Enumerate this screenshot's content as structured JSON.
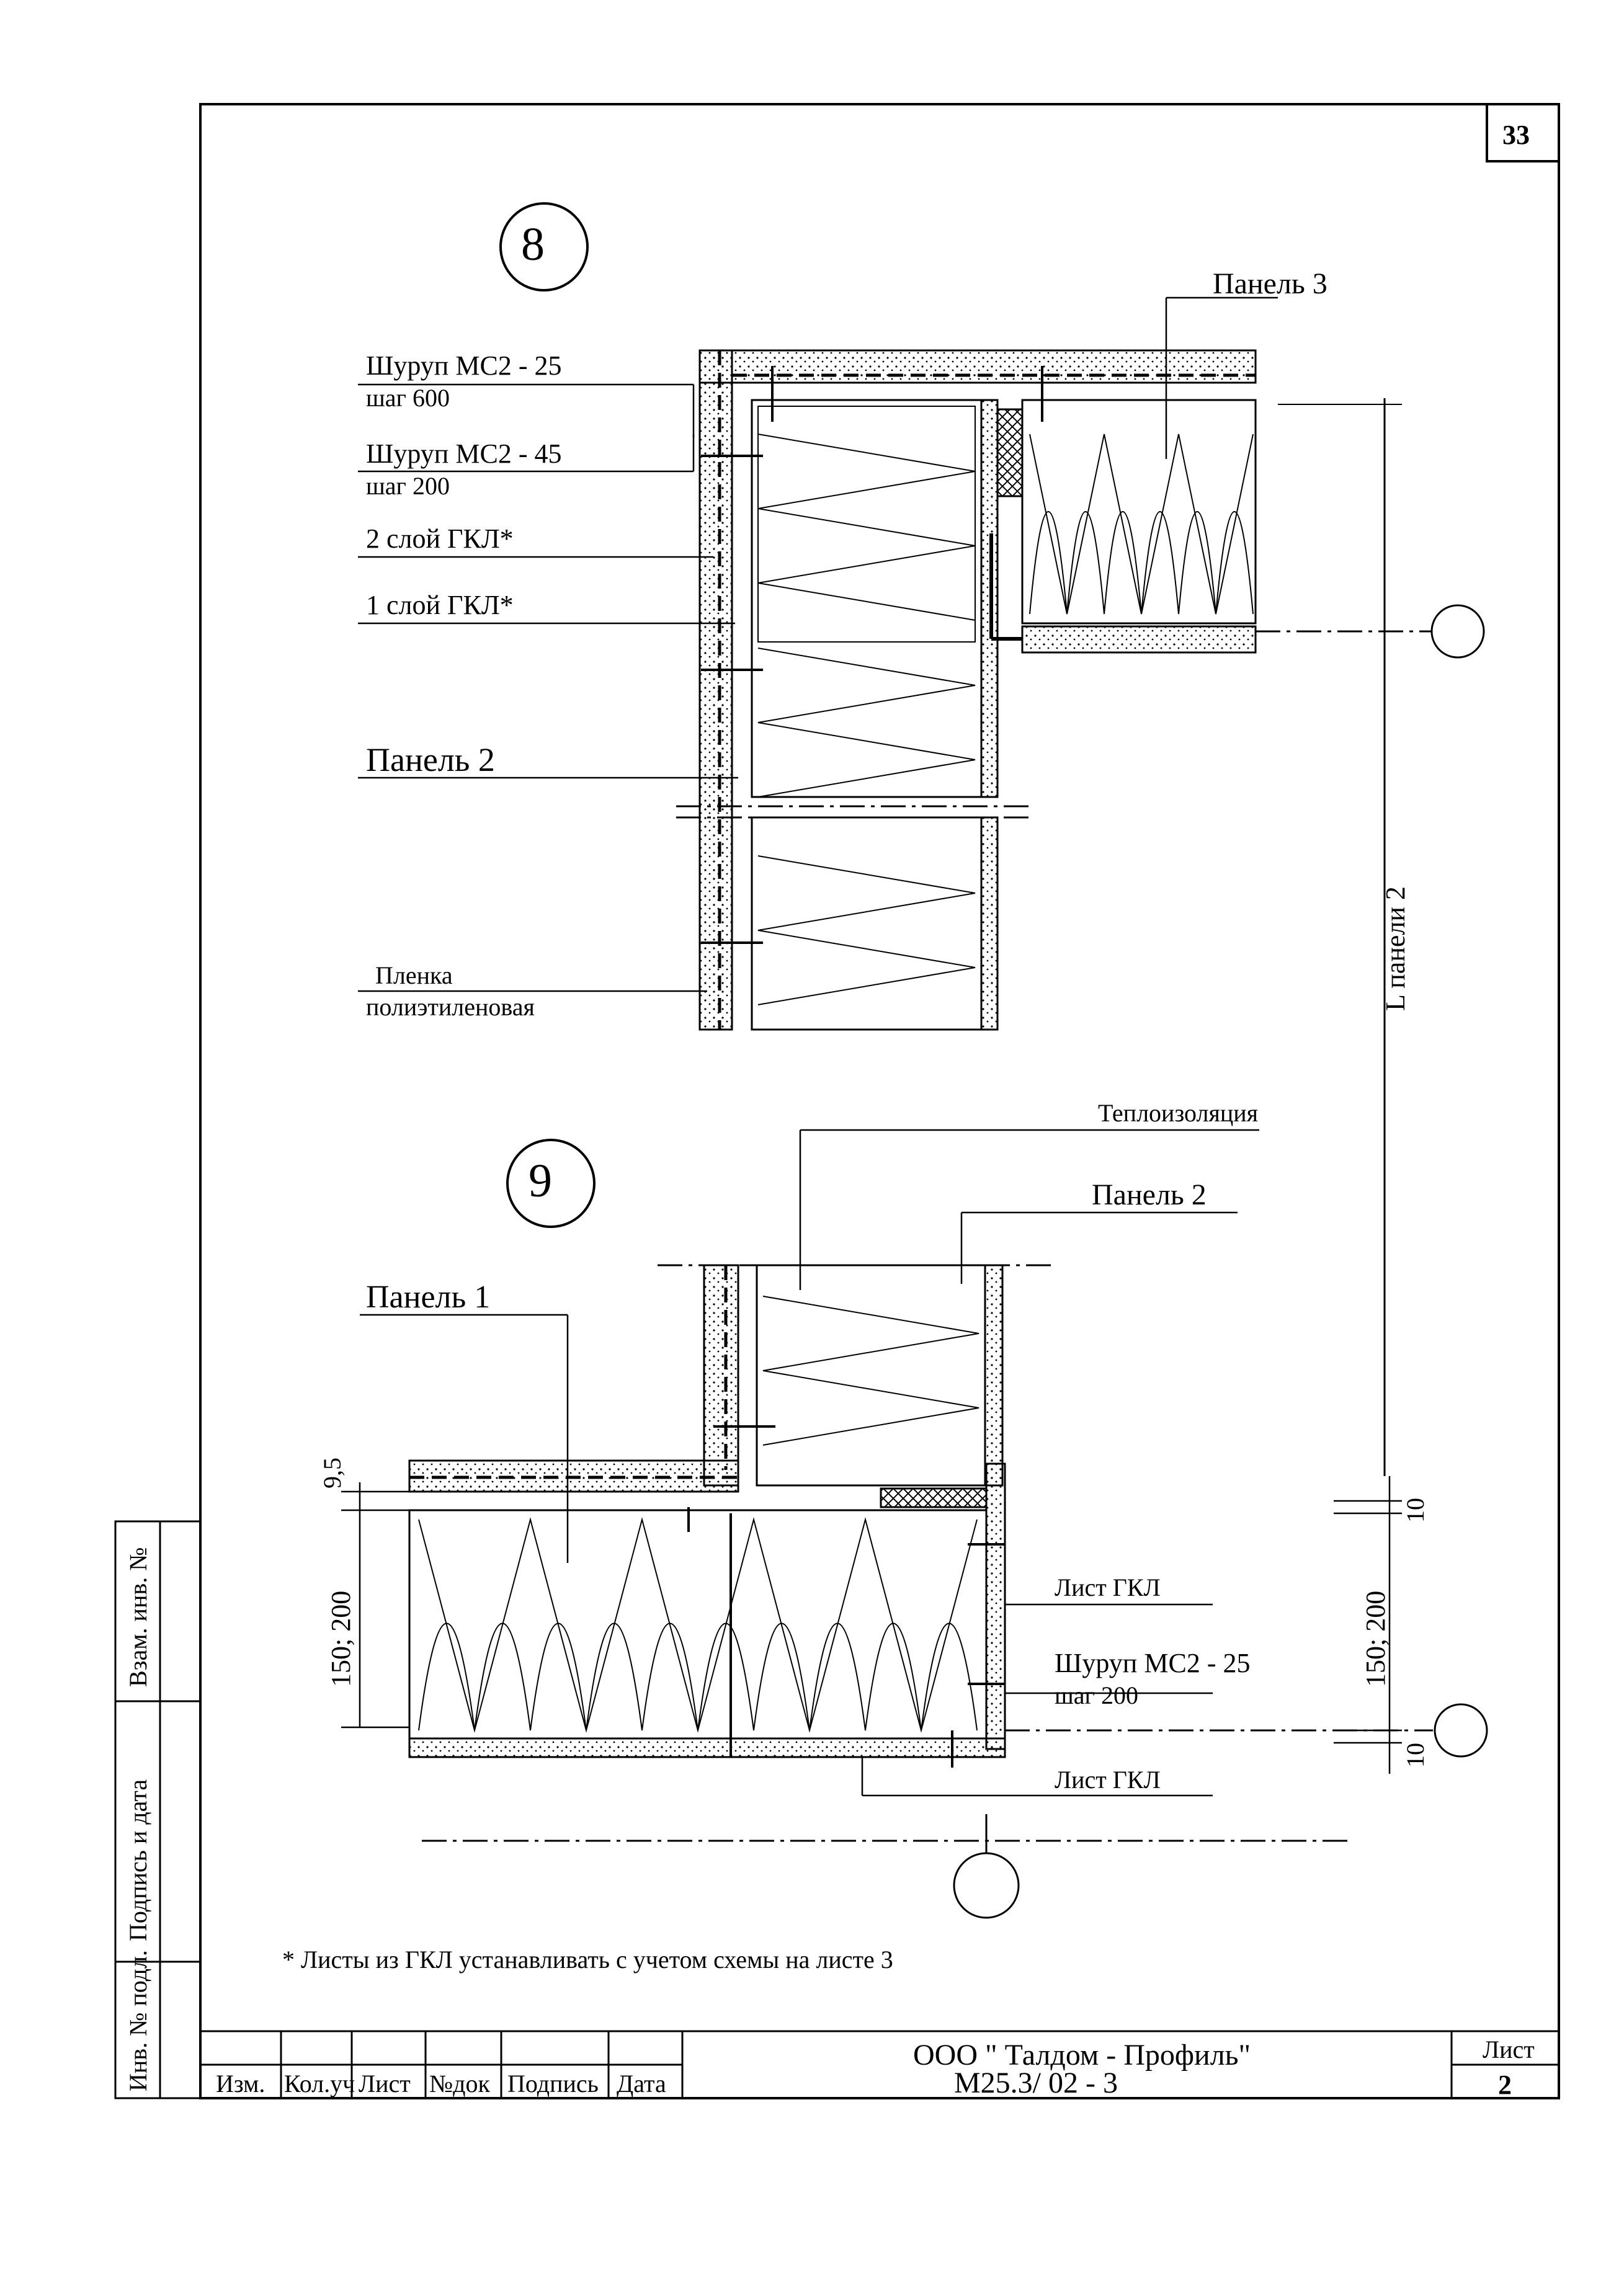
{
  "sheet_number": "33",
  "detail_8": {
    "marker": "8",
    "panel3": "Панель 3",
    "screw1_line1": "Шуруп МС2 - 25",
    "screw1_line2": "шаг 600",
    "screw2_line1": "Шуруп МС2 - 45",
    "screw2_line2": "шаг 200",
    "gkl_layer2": "2 слой ГКЛ*",
    "gkl_layer1": "1 слой ГКЛ*",
    "panel2": "Панель 2",
    "film_line1": "Пленка",
    "film_line2": "полиэтиленовая",
    "dim_l_panel2": "L панели 2"
  },
  "detail_9": {
    "marker": "9",
    "insulation": "Теплоизоляция",
    "panel2": "Панель 2",
    "panel1": "Панель 1",
    "dim_9_5": "9,5",
    "dim_150_200_left": "150; 200",
    "dim_10_top": "10",
    "dim_150_200_right": "150; 200",
    "dim_10_bottom": "10",
    "sheet_gkl_1": "Лист ГКЛ",
    "screw_line1": "Шуруп МС2 - 25",
    "screw_line2": "шаг 200",
    "sheet_gkl_2": "Лист ГКЛ"
  },
  "footnote": "* Листы из ГКЛ устанавливать с учетом схемы на листе 3",
  "side_stamp": {
    "inv_replace": "Взам. инв. №",
    "sign_date": "Подпись и дата",
    "inv_orig": "Инв. № подл."
  },
  "title_block": {
    "company": "ООО \" Талдом - Профиль\"",
    "doc_code": "М25.3/ 02 - 3",
    "sheet_label": "Лист",
    "sheet_value": "2",
    "col_izm": "Изм.",
    "col_koluch": "Кол.уч",
    "col_list": "Лист",
    "col_ndok": "№док",
    "col_podpis": "Подпись",
    "col_data": "Дата"
  }
}
